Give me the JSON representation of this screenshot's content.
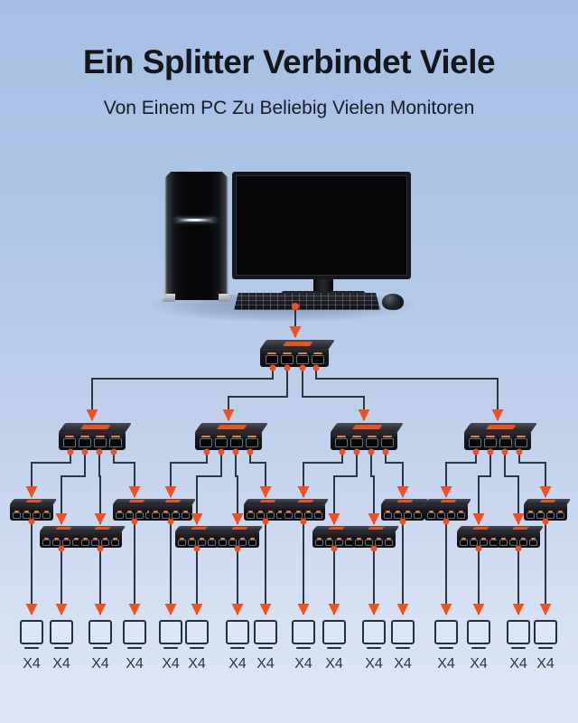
{
  "header": {
    "title": "Ein Splitter Verbindet Viele",
    "subtitle": "Von Einem PC Zu Beliebig Vielen Monitoren"
  },
  "colors": {
    "background_top": "#a6c0e3",
    "background_bottom": "#dde6f6",
    "accent_orange": "#f05123",
    "connector_line": "#2c3744",
    "device_body": "#101114",
    "text_dark": "#14171c"
  },
  "icons": {
    "source": [
      "pc-tower-icon",
      "monitor-icon",
      "keyboard-icon",
      "mouse-icon"
    ],
    "node": "hdmi-splitter-device",
    "leaf": "monitor-outline-icon",
    "connector": "down-arrow"
  },
  "monitors": {
    "labels": [
      "X4",
      "X4",
      "X4",
      "X4",
      "X4",
      "X4",
      "X4",
      "X4",
      "X4",
      "X4",
      "X4",
      "X4",
      "X4",
      "X4",
      "X4",
      "X4"
    ]
  }
}
